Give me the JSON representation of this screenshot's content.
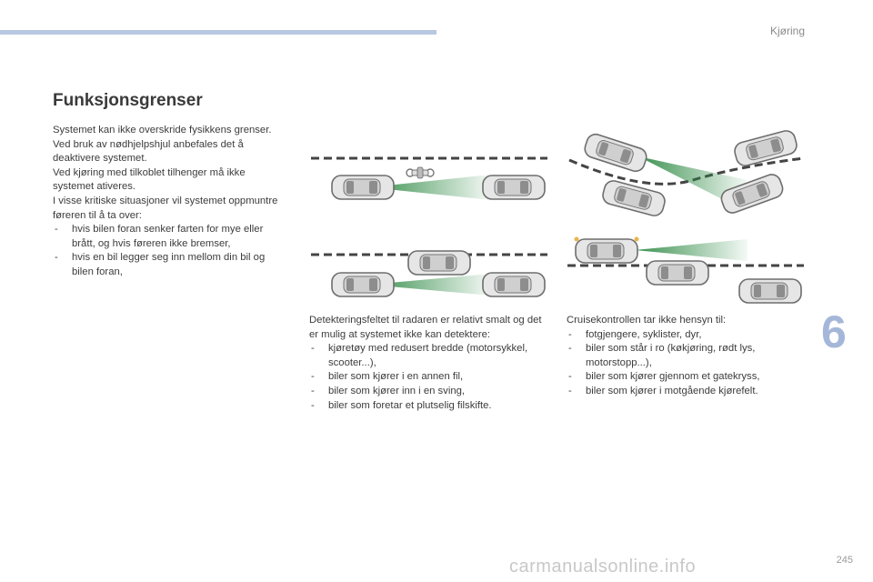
{
  "header": {
    "section": "Kjøring"
  },
  "title": "Funksjonsgrenser",
  "left_column": {
    "paragraphs": [
      "Systemet kan ikke overskride fysikkens grenser.",
      "Ved bruk av nødhjelpshjul anbefales det å deaktivere systemet.",
      "Ved kjøring med tilkoblet tilhenger må ikke systemet ativeres.",
      "I visse kritiske situasjoner vil systemet oppmuntre føreren til å ta over:"
    ],
    "items": [
      "hvis bilen foran senker farten for mye eller brått, og hvis føreren ikke bremser,",
      "hvis en bil legger seg inn mellom din bil og bilen foran,"
    ]
  },
  "middle_column": {
    "intro": "Detekteringsfeltet til radaren er relativt smalt og det er mulig at systemet ikke kan detektere:",
    "items": [
      "kjøretøy med redusert bredde (motorsykkel, scooter...),",
      "biler som kjører i en annen fil,",
      "biler som kjører inn i en sving,",
      "biler som foretar et plutselig filskifte."
    ]
  },
  "right_column": {
    "intro": "Cruisekontrollen tar ikke hensyn til:",
    "items": [
      "fotgjengere, syklister, dyr,",
      "biler som står i ro (køkjøring, rødt lys, motorstopp...),",
      "biler som kjører gjennom et gatekryss,",
      "biler som kjører i motgående kjørefelt."
    ]
  },
  "chapter_number": "6",
  "page_number": "245",
  "watermark": "carmanualsonline.info",
  "colors": {
    "accent_bar": "#b8c7e2",
    "chapter": "#a5b7d9",
    "radar": "#3d9a52"
  }
}
